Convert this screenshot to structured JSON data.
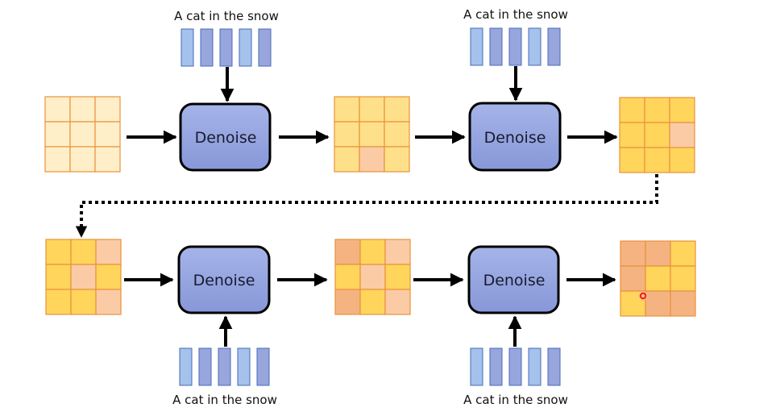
{
  "prompt_text": "A cat in the snow",
  "block_label": "Denoise",
  "colors": {
    "grid_border": "#E8923A",
    "cell_pale": "#FFEFC9",
    "cell_light": "#FFE08A",
    "cell_yellow": "#FFD55C",
    "cell_peach": "#FBCBA5",
    "cell_salmon": "#F5B382",
    "block_fill_top": "#A3B2E6",
    "block_fill_bottom": "#8A9CDB",
    "token_light": "#A4C2EC",
    "token_dark": "#98A6DE",
    "token_border": "#4A6AB8",
    "marker": "#E8231C"
  },
  "rows": [
    {
      "grids": [
        [
          "pale",
          "pale",
          "pale",
          "pale",
          "pale",
          "pale",
          "pale",
          "pale",
          "pale"
        ],
        [
          "light",
          "light",
          "light",
          "light",
          "light",
          "light",
          "light",
          "peach",
          "light"
        ],
        [
          "yellow",
          "yellow",
          "yellow",
          "yellow",
          "yellow",
          "peach",
          "yellow",
          "yellow",
          "yellow"
        ]
      ],
      "prompts": [
        {
          "text": "A cat in the snow",
          "tokens": [
            "light",
            "dark",
            "dark",
            "light",
            "dark"
          ]
        },
        {
          "text": "A cat in the snow",
          "tokens": [
            "light",
            "dark",
            "dark",
            "light",
            "dark"
          ]
        }
      ]
    },
    {
      "grids": [
        [
          "yellow",
          "yellow",
          "peach",
          "yellow",
          "peach",
          "yellow",
          "yellow",
          "yellow",
          "peach"
        ],
        [
          "salmon",
          "yellow",
          "peach",
          "yellow",
          "peach",
          "yellow",
          "salmon",
          "yellow",
          "peach"
        ],
        [
          "salmon",
          "salmon",
          "yellow",
          "salmon",
          "yellow",
          "yellow",
          "yellow",
          "salmon",
          "salmon"
        ]
      ],
      "prompts": [
        {
          "text": "A cat in the snow",
          "tokens": [
            "light",
            "dark",
            "dark",
            "light",
            "dark"
          ]
        },
        {
          "text": "A cat in the snow",
          "tokens": [
            "light",
            "dark",
            "dark",
            "light",
            "dark"
          ]
        }
      ]
    }
  ],
  "connector": "dotted-arrow",
  "cursor_marker": "visible"
}
